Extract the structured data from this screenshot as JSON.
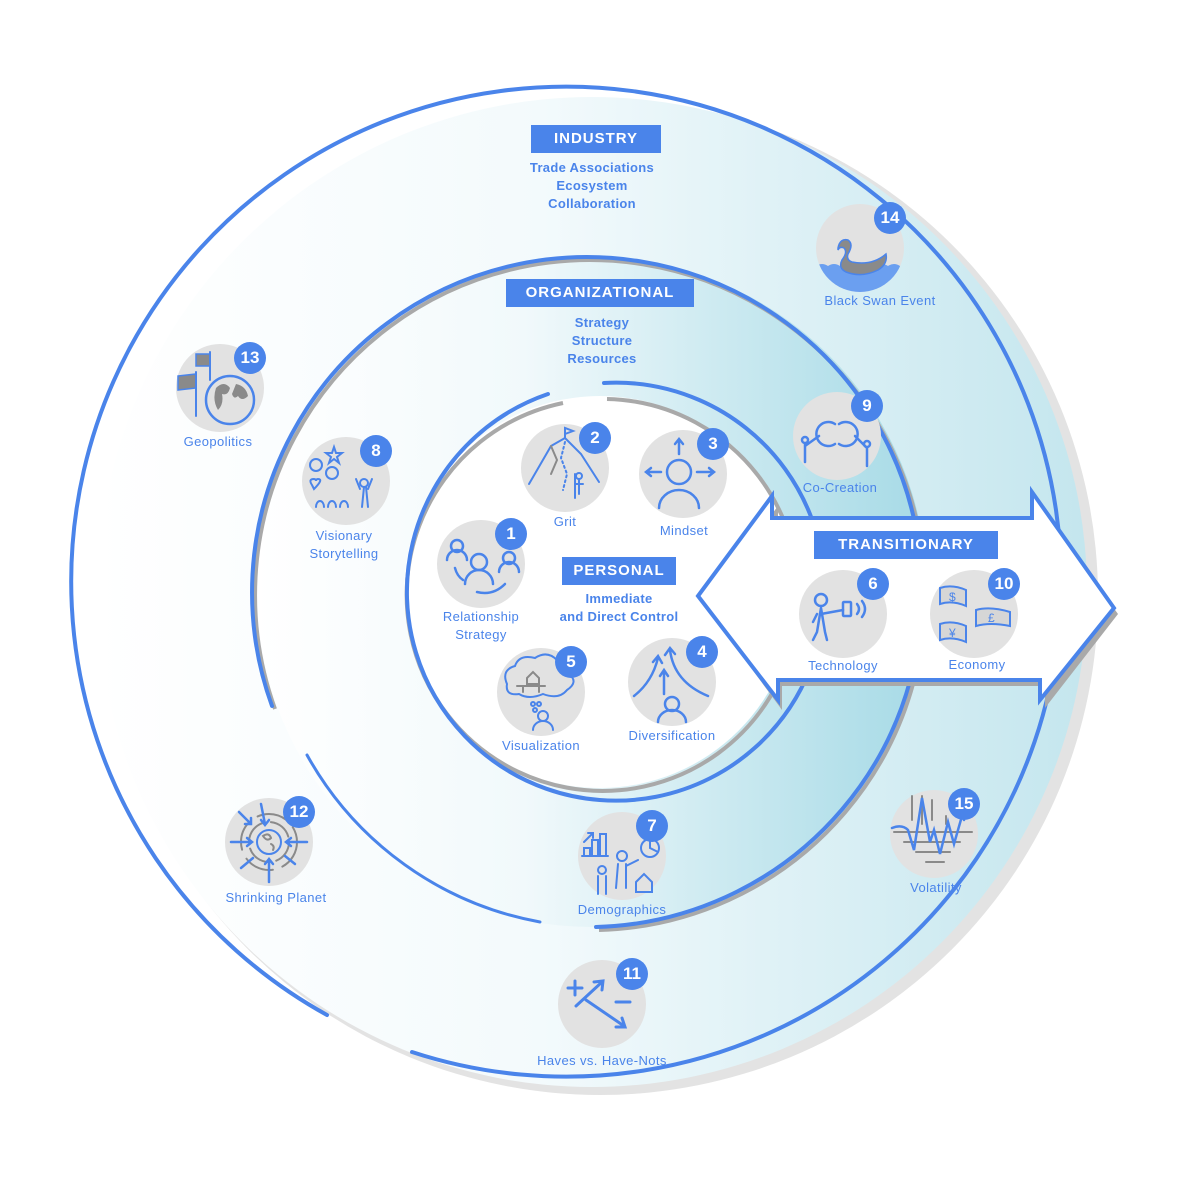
{
  "colors": {
    "accent": "#4a84ea",
    "disc": "#e2e2e2",
    "shadow": "#a9a9a9",
    "teal": "#a8dbe6"
  },
  "rings": {
    "industry": {
      "title": "INDUSTRY",
      "lines": [
        "Trade Associations",
        "Ecosystem",
        "Collaboration"
      ]
    },
    "organizational": {
      "title": "ORGANIZATIONAL",
      "lines": [
        "Strategy",
        "Structure",
        "Resources"
      ]
    },
    "personal": {
      "title": "PERSONAL",
      "lines": [
        "Immediate",
        "and Direct Control"
      ]
    },
    "transitionary": {
      "title": "TRANSITIONARY"
    }
  },
  "nodes": [
    {
      "num": "1",
      "label": "Relationship",
      "label2": "Strategy",
      "icon": "people-network-icon"
    },
    {
      "num": "2",
      "label": "Grit",
      "icon": "mountain-climber-icon"
    },
    {
      "num": "3",
      "label": "Mindset",
      "icon": "person-arrows-icon"
    },
    {
      "num": "4",
      "label": "Diversification",
      "icon": "branching-arrows-icon"
    },
    {
      "num": "5",
      "label": "Visualization",
      "icon": "thought-cloud-icon"
    },
    {
      "num": "6",
      "label": "Technology",
      "icon": "person-phone-icon"
    },
    {
      "num": "7",
      "label": "Demographics",
      "icon": "demographics-icon"
    },
    {
      "num": "8",
      "label": "Visionary",
      "label2": "Storytelling",
      "icon": "storyteller-icon"
    },
    {
      "num": "9",
      "label": "Co-Creation",
      "icon": "puzzle-people-icon"
    },
    {
      "num": "10",
      "label": "Economy",
      "icon": "currency-bills-icon"
    },
    {
      "num": "11",
      "label": "Haves vs. Have-Nots",
      "icon": "plus-minus-arrows-icon"
    },
    {
      "num": "12",
      "label": "Shrinking Planet",
      "icon": "converging-globe-icon"
    },
    {
      "num": "13",
      "label": "Geopolitics",
      "icon": "flags-globe-icon"
    },
    {
      "num": "14",
      "label": "Black Swan Event",
      "icon": "swan-icon"
    },
    {
      "num": "15",
      "label": "Volatility",
      "icon": "volatile-line-icon"
    }
  ]
}
